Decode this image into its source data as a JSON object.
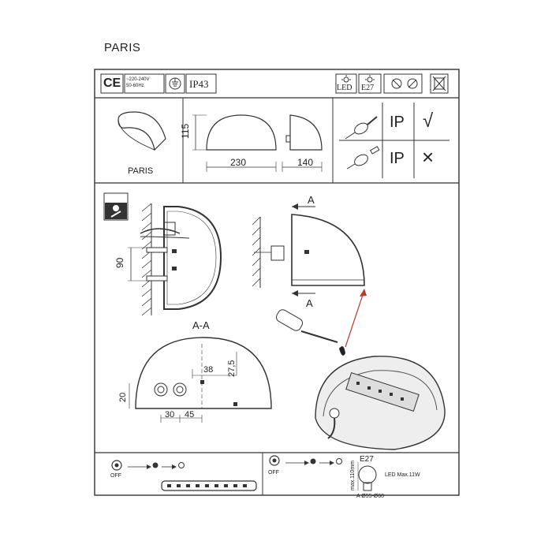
{
  "page_title": "PARIS",
  "header": {
    "ce": "CE",
    "voltage": "~220-240V",
    "frequency": "50-60Hz",
    "ip_rating": "IP43",
    "led": "LED",
    "socket": "E27"
  },
  "product": {
    "name": "PARIS"
  },
  "dimensions": {
    "height": "115",
    "width": "230",
    "depth": "140",
    "mount_spacing": "90",
    "hole_offset_x": "38",
    "hole_offset_y": "27,5",
    "bottom_offset": "20",
    "hole_1": "30",
    "hole_2": "45"
  },
  "ip_table": {
    "ok_label": "IP",
    "not_ok_label": "IP",
    "ok_mark": "√",
    "not_ok_mark": "×"
  },
  "section": {
    "marker_top": "A",
    "marker_bottom": "A",
    "title": "A-A"
  },
  "footer": {
    "off_left": "OFF",
    "off_right": "OFF",
    "socket": "E27",
    "max_length": "max.110mm",
    "led_max": "LED Max.11W",
    "diameter": "A Ø55-Ø60"
  }
}
